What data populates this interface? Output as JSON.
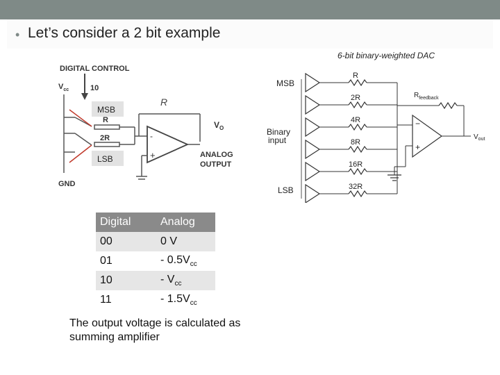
{
  "slide": {
    "bullet": "•",
    "title": "Let’s consider a 2 bit example"
  },
  "left_circuit": {
    "digital_control": "DIGITAL CONTROL",
    "vcc": "V",
    "vcc_sub": "cc",
    "bits": "10",
    "msb": "MSB",
    "lsb": "LSB",
    "r1": "R",
    "r2": "2R",
    "rf": "R",
    "minus": "-",
    "plus": "+",
    "vo": "V",
    "vo_sub": "O",
    "analog": "ANALOG",
    "output": "OUTPUT",
    "gnd": "GND"
  },
  "right_circuit": {
    "title": "6-bit binary-weighted DAC",
    "msb": "MSB",
    "lsb": "LSB",
    "binary": "Binary",
    "input": "input",
    "resistors": [
      "R",
      "2R",
      "4R",
      "8R",
      "16R",
      "32R"
    ],
    "rfeedback": "R",
    "rfeedback_sub": "feedback",
    "minus": "−",
    "plus": "+",
    "vout": "V",
    "vout_sub": "out"
  },
  "table": {
    "headers": [
      "Digital",
      "Analog"
    ],
    "rows": [
      {
        "digital": "00",
        "analog": "0 V",
        "sub": ""
      },
      {
        "digital": "01",
        "analog": "- 0.5V",
        "sub": "cc"
      },
      {
        "digital": "10",
        "analog": "- V",
        "sub": "cc"
      },
      {
        "digital": "11",
        "analog": "- 1.5V",
        "sub": "cc"
      }
    ]
  },
  "note": "The output voltage is calculated as summing amplifier"
}
